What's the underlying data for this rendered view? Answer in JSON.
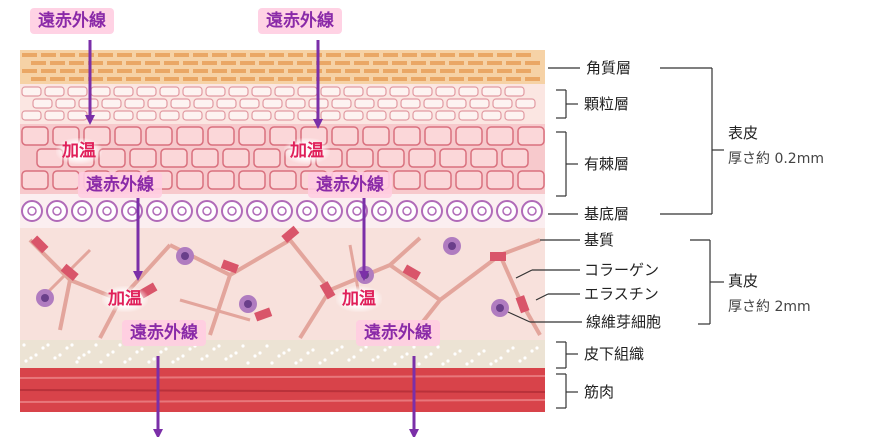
{
  "layers": {
    "kakushitsu": "角質層",
    "karyu": "顆粒層",
    "yukyoku": "有棘層",
    "kitei": "基底層",
    "kishitsu": "基質",
    "collagen": "コラーゲン",
    "elastin": "エラスチン",
    "fibroblast": "線維芽細胞",
    "subcutis": "皮下組織",
    "muscle": "筋肉"
  },
  "groups": {
    "epidermis": {
      "name": "表皮",
      "thickness": "厚さ約 0.2mm"
    },
    "dermis": {
      "name": "真皮",
      "thickness": "厚さ約 2mm"
    }
  },
  "annotations": {
    "far_infrared": "遠赤外線",
    "warming": "加温"
  },
  "colors": {
    "arrow": "#7b2fa8",
    "ir_text": "#8a2aa8",
    "heat_text": "#e0205a",
    "stratum_corneum": "#f0b37a",
    "muscle": "#d8434a"
  }
}
